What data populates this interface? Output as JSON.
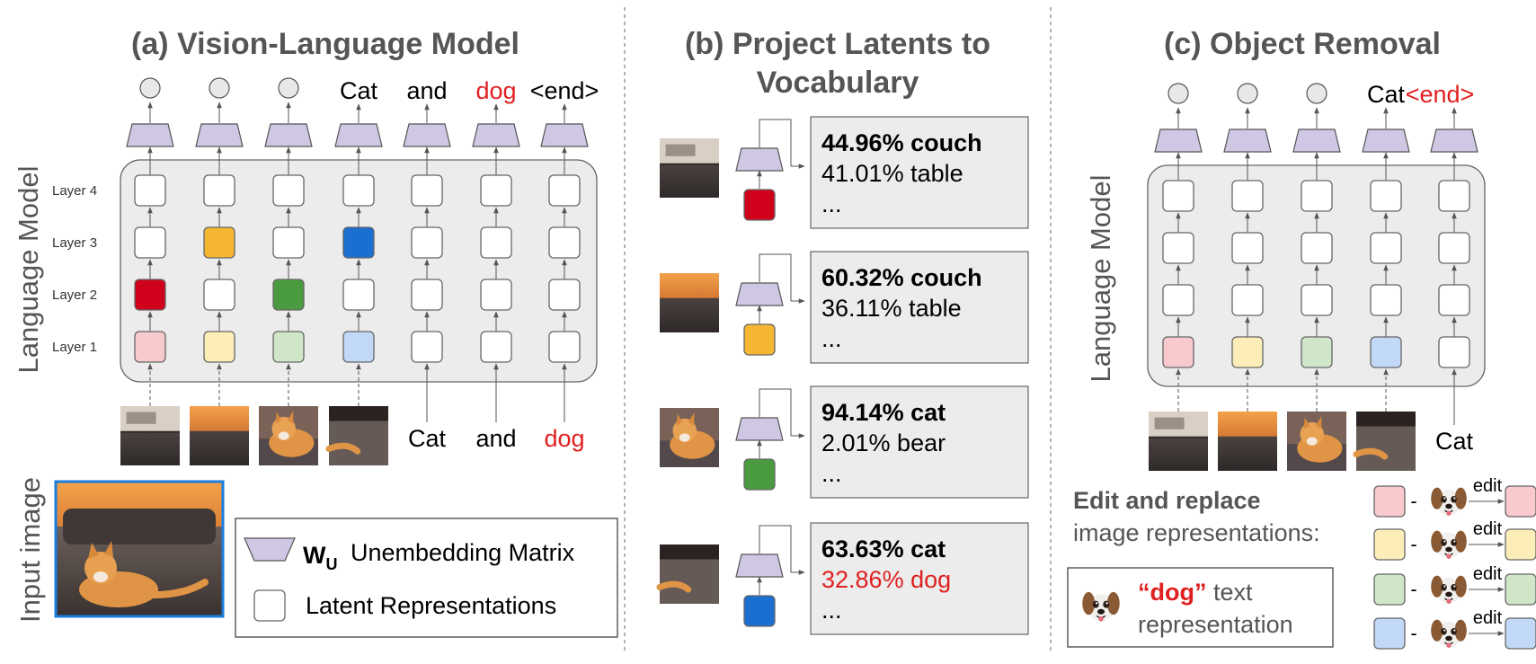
{
  "panel_a": {
    "title": "(a) Vision-Language Model",
    "vertical_label": "Language Model",
    "layers": [
      "Layer 4",
      "Layer 3",
      "Layer 2",
      "Layer 1"
    ],
    "output_tokens": [
      "Cat",
      "and",
      "dog",
      "<end>"
    ],
    "input_tokens": [
      "Cat",
      "and",
      "dog"
    ],
    "input_image_label": "Input image"
  },
  "legend": {
    "unembedding_symbol": "W",
    "unembedding_subscript": "U",
    "unembedding_label": "Unembedding Matrix",
    "latent_label": "Latent Representations"
  },
  "panel_b": {
    "title_line1": "(b) Project Latents to",
    "title_line2": "Vocabulary",
    "rows": [
      {
        "line1": "44.96% couch",
        "line2": "41.01% table",
        "line3": "...",
        "color": "#d0021b"
      },
      {
        "line1": "60.32% couch",
        "line2": "36.11% table",
        "line3": "...",
        "color": "#f5b731"
      },
      {
        "line1": "94.14% cat",
        "line2": "2.01% bear",
        "line3": "...",
        "color": "#4a9b3f"
      },
      {
        "line1": "63.63% cat",
        "line2": "32.86% dog",
        "line3": "...",
        "color": "#1a6fd1"
      }
    ]
  },
  "panel_c": {
    "title": "(c) Object Removal",
    "vertical_label": "Language Model",
    "output_tokens": [
      "Cat",
      "<end>"
    ],
    "input_token": "Cat",
    "edit_title": "Edit and replace",
    "edit_subtitle": "image representations:",
    "edit_word": "edit",
    "dog_text_quoted": "“dog”",
    "dog_text_rest": " text",
    "dog_text_line2": "representation"
  },
  "colors": {
    "red": "#d0021b",
    "orange": "#f5b731",
    "green": "#4a9b3f",
    "blue": "#1a6fd1",
    "light_red": "#f8c9cd",
    "light_yellow": "#fdeeb9",
    "light_green": "#cfe6c9",
    "light_blue": "#c2d8f7",
    "unembedding": "#cfc7e3",
    "panel_gray": "#ececec",
    "highlight_text": "#e02020"
  }
}
